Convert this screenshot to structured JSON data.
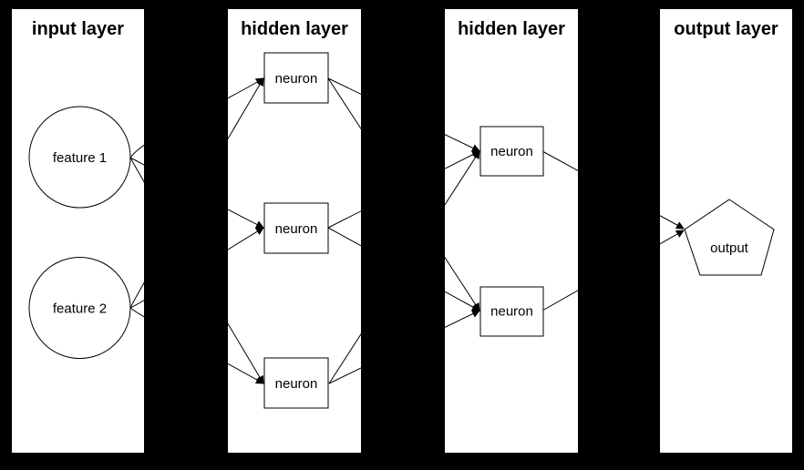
{
  "diagram": {
    "type": "neural-network-flowchart",
    "background_color": "#000000",
    "panel_fill": "#ffffff",
    "node_fill": "#ffffff",
    "stroke_color": "#000000",
    "text_color": "#000000",
    "layers": [
      {
        "title": "input layer",
        "nodes": [
          {
            "id": "feature1",
            "label": "feature 1",
            "shape": "circle"
          },
          {
            "id": "feature2",
            "label": "feature 2",
            "shape": "circle"
          }
        ]
      },
      {
        "title": "hidden layer",
        "nodes": [
          {
            "id": "h1n1",
            "label": "neuron",
            "shape": "rect"
          },
          {
            "id": "h1n2",
            "label": "neuron",
            "shape": "rect"
          },
          {
            "id": "h1n3",
            "label": "neuron",
            "shape": "rect"
          }
        ]
      },
      {
        "title": "hidden layer",
        "nodes": [
          {
            "id": "h2n1",
            "label": "neuron",
            "shape": "rect"
          },
          {
            "id": "h2n2",
            "label": "neuron",
            "shape": "rect"
          }
        ]
      },
      {
        "title": "output layer",
        "nodes": [
          {
            "id": "output",
            "label": "output",
            "shape": "pentagon"
          }
        ]
      }
    ],
    "edges": [
      {
        "from": "feature1",
        "to": "h1n1"
      },
      {
        "from": "feature1",
        "to": "h1n2"
      },
      {
        "from": "feature1",
        "to": "h1n3"
      },
      {
        "from": "feature2",
        "to": "h1n1"
      },
      {
        "from": "feature2",
        "to": "h1n2"
      },
      {
        "from": "feature2",
        "to": "h1n3"
      },
      {
        "from": "h1n1",
        "to": "h2n1"
      },
      {
        "from": "h1n1",
        "to": "h2n2"
      },
      {
        "from": "h1n2",
        "to": "h2n1"
      },
      {
        "from": "h1n2",
        "to": "h2n2"
      },
      {
        "from": "h1n3",
        "to": "h2n1"
      },
      {
        "from": "h1n3",
        "to": "h2n2"
      },
      {
        "from": "h2n1",
        "to": "output"
      },
      {
        "from": "h2n2",
        "to": "output"
      }
    ]
  }
}
